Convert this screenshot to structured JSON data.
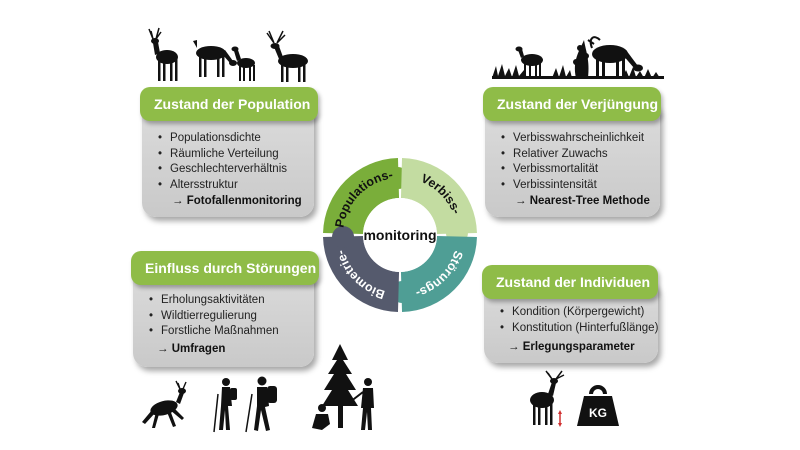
{
  "cards": {
    "population": {
      "title": "Zustand der Population",
      "items": [
        "Populationsdichte",
        "Räumliche Verteilung",
        "Geschlechterverhältnis",
        "Altersstruktur"
      ],
      "method": "→ Fotofallenmonitoring"
    },
    "regeneration": {
      "title": "Zustand der Verjüngung",
      "items": [
        "Verbisswahrscheinlichkeit",
        "Relativer Zuwachs",
        "Verbissmortalität",
        "Verbissintensität"
      ],
      "method": "→ Nearest-Tree Methode"
    },
    "disturbance": {
      "title": "Einfluss durch Störungen",
      "items": [
        "Erholungsaktivitäten",
        "Wildtierregulierung",
        "Forstliche Maßnahmen"
      ],
      "method": "→ Umfragen"
    },
    "individuals": {
      "title": "Zustand der Individuen",
      "items": [
        "Kondition (Körpergewicht)",
        "Konstitution (Hinterfußlänge)"
      ],
      "method": "→ Erlegungsparameter"
    }
  },
  "ring": {
    "center": "monitoring",
    "segments": {
      "population": "Populations-",
      "browsing": "Verbiss-",
      "disturbance": "Störungs-",
      "biometry": "Biometrie-"
    },
    "colors": {
      "population": "#7aae3a",
      "browsing": "#c3dca1",
      "disturbance": "#4f9e95",
      "biometry": "#555a6d"
    }
  },
  "weight_label": "KG",
  "colors": {
    "header_green": "#8fbc48",
    "card_gray": "#d2d2d2"
  }
}
